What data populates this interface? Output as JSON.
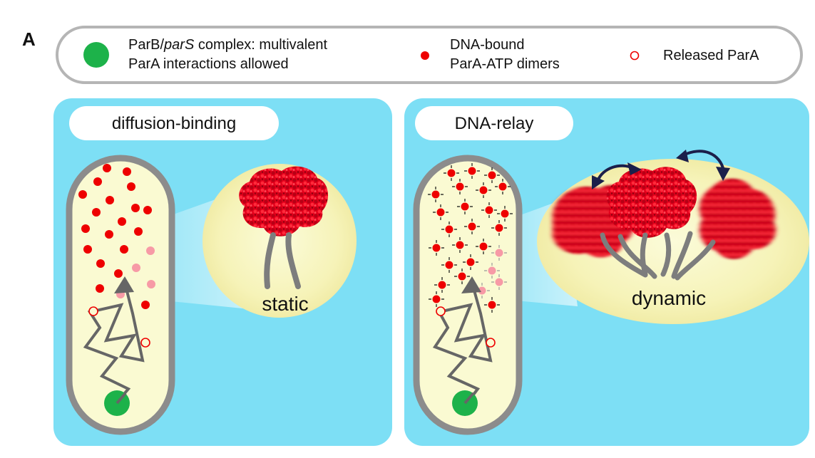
{
  "panel_letter": "A",
  "legend": {
    "complex_line1_a": "ParB/",
    "complex_line1_b": "parS",
    "complex_line1_c": " complex: multivalent",
    "complex_line2": "ParA interactions allowed",
    "dimers_line1": "DNA-bound",
    "dimers_line2": "ParA-ATP dimers",
    "released": "Released ParA"
  },
  "panels": {
    "left": {
      "title": "diffusion-binding",
      "zoom_label": "static"
    },
    "right": {
      "title": "DNA-relay",
      "zoom_label": "dynamic"
    }
  },
  "colors": {
    "panel_bg": "#7ddff5",
    "cell_fill": "#fafad2",
    "cell_wall": "#8c8c8c",
    "parA": "#ee0000",
    "parA_faded": "#f79aa6",
    "parB": "#1db24a",
    "path": "#666666",
    "arrows": "#1b1f4a"
  }
}
